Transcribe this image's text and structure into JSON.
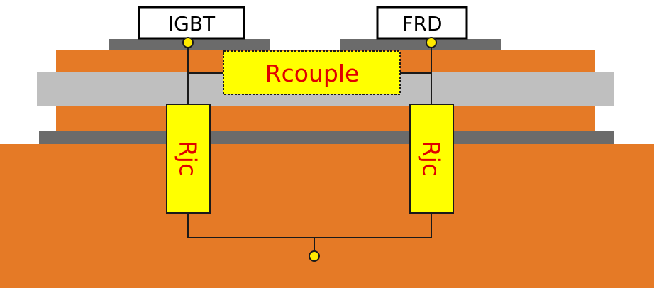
{
  "diagram": {
    "chips": [
      {
        "id": "igbt",
        "label": "IGBT"
      },
      {
        "id": "frd",
        "label": "FRD"
      }
    ],
    "coupling_resistor": {
      "label": "Rcouple"
    },
    "jc_resistors": [
      {
        "id": "igbt",
        "label": "Rjc"
      },
      {
        "id": "frd",
        "label": "Rjc"
      }
    ],
    "colors": {
      "copper": "#E57A26",
      "ceramic": "#BFBFBF",
      "solder": "#6B6B6B",
      "resistor_fill": "#FFFF00",
      "resistor_text": "#E00000",
      "node": "#FFEA00",
      "wire": "#1A1A1A"
    }
  }
}
